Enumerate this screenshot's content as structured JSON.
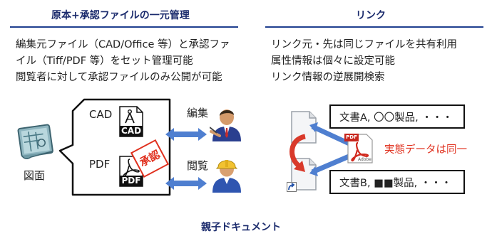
{
  "left": {
    "title": "原本+承認ファイルの一元管理",
    "lines": [
      "編集元ファイル（CAD/Office 等）と承認ファ",
      "イル（Tiff/PDF 等）をセット管理可能",
      "閲覧者に対して承認ファイルのみ公開が可能"
    ],
    "drawing_label": "図面",
    "cad_label": "CAD",
    "cad_icon_text": "CAD",
    "pdf_label": "PDF",
    "pdf_icon_text": "PDF",
    "stamp_text": "承認",
    "edit_label": "編集",
    "view_label": "閲覧"
  },
  "right": {
    "title": "リンク",
    "lines": [
      "リンク元・先は同じファイルを共有利用",
      "属性情報は個々に設定可能",
      "リンク情報の逆展開検索"
    ],
    "doc_a": "文書A, 〇〇製品, ・・・",
    "doc_b": "文書B, ■■製品, ・・・",
    "pdf_badge": "PDF",
    "adobe_text": "Adobe",
    "same_entity": "実態データは同一"
  },
  "footer": {
    "title": "親子ドキュメント"
  },
  "colors": {
    "title_text": "#1a2a6c",
    "rule": "#1f3f8f",
    "arrow_blue": "#4f7fd0",
    "arrow_red": "#d93a2b",
    "highlight_red": "#e0301e"
  }
}
